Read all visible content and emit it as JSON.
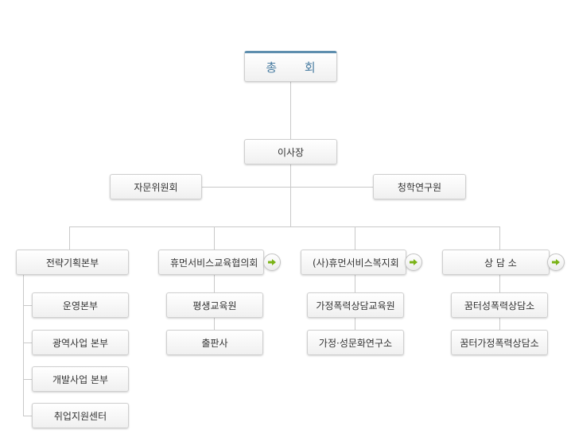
{
  "org": {
    "top": "총 회",
    "chairman": "이사장",
    "advisory": "자문위원회",
    "research": "청학연구원",
    "divisions": [
      {
        "title": "전략기획본부",
        "has_link": false,
        "children": [
          "운영본부",
          "광역사업 본부",
          "개발사업 본부",
          "취업지원센터"
        ]
      },
      {
        "title": "휴먼서비스교육협의회",
        "has_link": true,
        "children": [
          "평생교육원",
          "출판사"
        ]
      },
      {
        "title": "(사)휴먼서비스복지회",
        "has_link": true,
        "children": [
          "가정폭력상담교육원",
          "가정·성문화연구소"
        ]
      },
      {
        "title": "상 담 소",
        "has_link": true,
        "children": [
          "꿈터성폭력상담소",
          "꿈터가정폭력상담소"
        ]
      }
    ]
  },
  "colors": {
    "accent": "#5e8eae",
    "line": "#c9c9c9",
    "arrow": "#7ab317"
  },
  "icons": {
    "link_button": "arrow-right-icon"
  }
}
